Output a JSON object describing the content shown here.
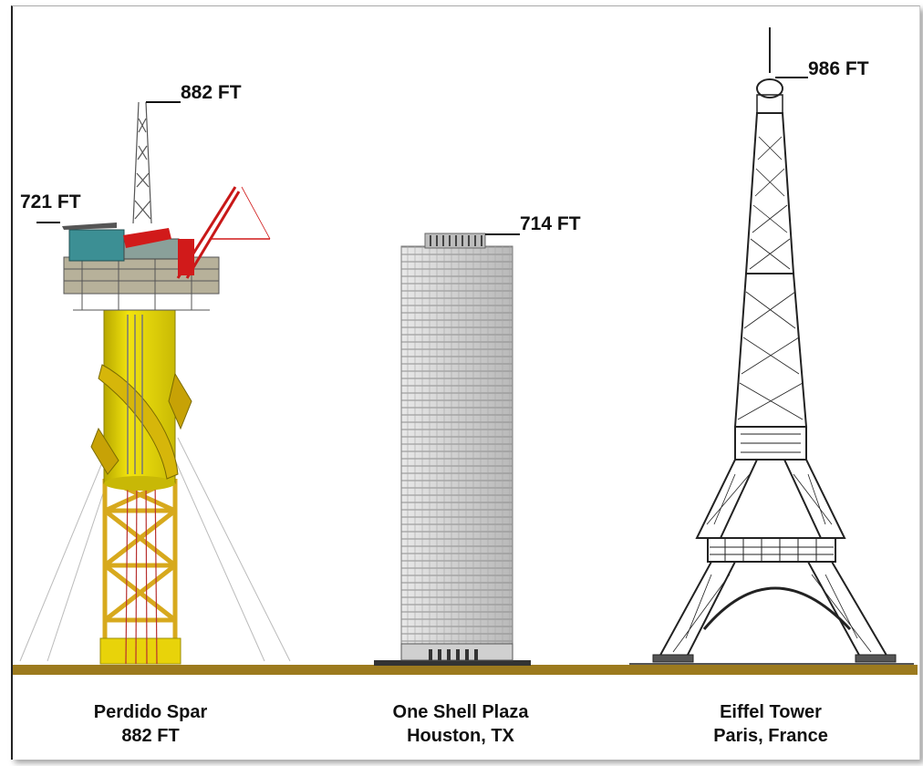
{
  "labels": {
    "spar_top": "882 FT",
    "spar_deck": "721 FT",
    "plaza_top": "714 FT",
    "eiffel_top": "986 FT"
  },
  "captions": {
    "spar": {
      "line1": "Perdido Spar",
      "line2": "882 FT"
    },
    "plaza": {
      "line1": "One Shell Plaza",
      "line2": "Houston, TX"
    },
    "eiffel": {
      "line1": "Eiffel Tower",
      "line2": "Paris, France"
    }
  },
  "colors": {
    "ground": "#9c7a1e",
    "hull": "#e6d60a",
    "topsides": "#3c8f94",
    "crane": "#d11a1a",
    "tower_lattice": "#222222",
    "building": "#d8d8d8"
  }
}
